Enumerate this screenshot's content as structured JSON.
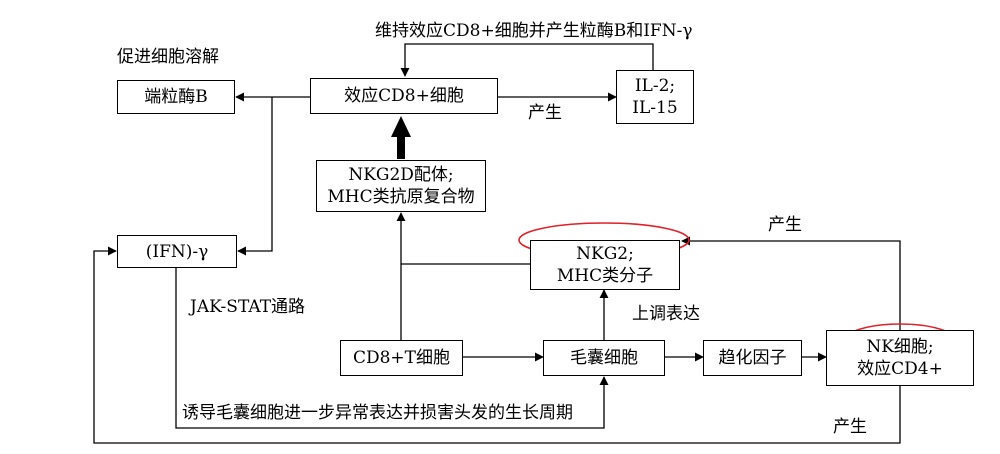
{
  "nodes": {
    "granzyme": "端粒酶B",
    "effector_cd8": "效应CD8+细胞",
    "il": {
      "line1": "IL-2;",
      "line2": "IL-15"
    },
    "nkg2d": {
      "line1": "NKG2D配体;",
      "line2": "MHC类抗原复合物"
    },
    "ifn": "(IFN)-γ",
    "nkg2": {
      "line1": "NKG2;",
      "line2": "MHC类分子"
    },
    "cd8t": "CD8+T细胞",
    "follicle": "毛囊细胞",
    "chemokine": "趋化因子",
    "nk": {
      "line1": "NK细胞;",
      "line2": "效应CD4+"
    }
  },
  "labels": {
    "top_feedback": "维持效应CD8+细胞并产生粒酶B和IFN-γ",
    "promote_lysis": "促进细胞溶解",
    "produce_il": "产生",
    "produce_nk": "产生",
    "produce_bottom": "产生",
    "jak_stat": "JAK-STAT通路",
    "upregulate": "上调表达",
    "induce": "诱导毛囊细胞进一步异常表达并损害头发的生长周期"
  },
  "colors": {
    "highlight": "#e0202a",
    "line": "#000000"
  }
}
